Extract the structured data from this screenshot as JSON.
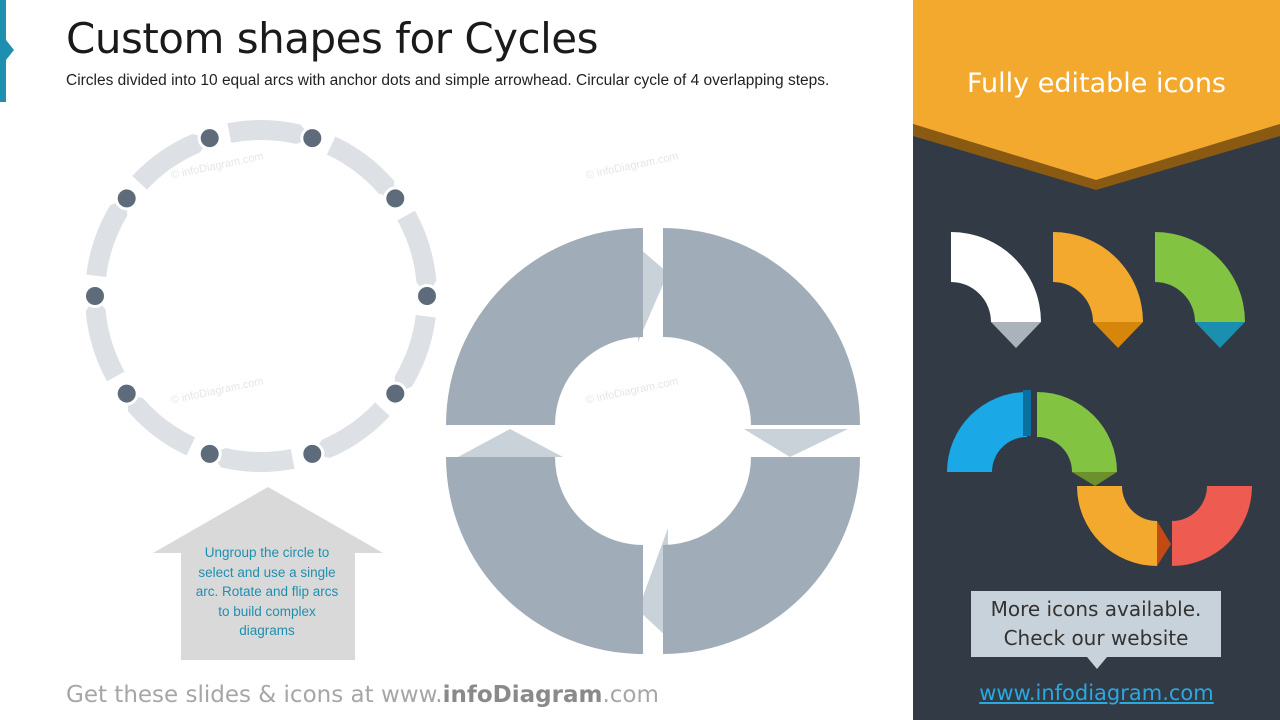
{
  "header": {
    "title": "Custom shapes for Cycles",
    "subtitle": "Circles divided into 10 equal arcs with anchor dots and simple  arrowhead. Circular cycle of 4 overlapping steps."
  },
  "watermark": "© infoDiagram.com",
  "callout": {
    "text": "Ungroup the circle to select and use a single arc. Rotate and flip arcs to build complex diagrams"
  },
  "footer": {
    "prefix": "Get these slides & icons at www.",
    "brand": "infoDiagram",
    "suffix": ".com"
  },
  "side_panel": {
    "heading": "Fully editable icons",
    "more_line1": "More icons available.",
    "more_line2": "Check our website",
    "link": "www.infodiagram.com"
  },
  "colors": {
    "accent": "#1f8fb0",
    "panel_bg": "#323a46",
    "banner": "#f2a92d",
    "arc_light": "#dde1e6",
    "dot": "#5d6b7b",
    "segment_gray": "#a0acb8",
    "icon_white": "#ffffff",
    "icon_orange": "#f2a92d",
    "icon_green": "#82c341",
    "icon_blue": "#1aa8e6",
    "icon_red": "#ee5b50"
  }
}
